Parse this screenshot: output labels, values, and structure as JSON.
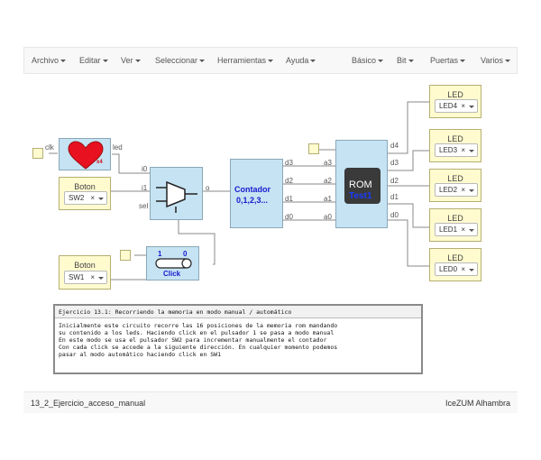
{
  "menubar": {
    "left": [
      "Archivo",
      "Editar",
      "Ver",
      "Seleccionar",
      "Herramientas",
      "Ayuda"
    ],
    "right": [
      "Básico",
      "Bit",
      "Puertas",
      "Varios"
    ]
  },
  "circuit": {
    "clk_label": "clk",
    "heart_badge": "x4",
    "heart_out": "led",
    "boton_top": {
      "title": "Boton",
      "value": "SW2",
      "x": "×"
    },
    "boton_bottom": {
      "title": "Boton",
      "value": "SW1",
      "x": "×"
    },
    "mux": {
      "in0": "i0",
      "in1": "i1",
      "sel": "sel",
      "out": "o"
    },
    "toggle": {
      "zero": "0",
      "one": "1",
      "label": "Click"
    },
    "counter": {
      "title": "Contador",
      "subtitle": "0,1,2,3...",
      "outs": [
        "d3",
        "d2",
        "d1",
        "d0"
      ]
    },
    "rom": {
      "title": "ROM",
      "subtitle": "Test1",
      "ins": [
        "a3",
        "a2",
        "a1",
        "a0"
      ],
      "outs": [
        "d4",
        "d3",
        "d2",
        "d1",
        "d0"
      ]
    },
    "leds": [
      {
        "title": "LED",
        "value": "LED4",
        "x": "×"
      },
      {
        "title": "LED",
        "value": "LED3",
        "x": "×"
      },
      {
        "title": "LED",
        "value": "LED2",
        "x": "×"
      },
      {
        "title": "LED",
        "value": "LED1",
        "x": "×"
      },
      {
        "title": "LED",
        "value": "LED0",
        "x": "×"
      }
    ]
  },
  "info": {
    "header": "Ejercicio 13.1: Recorriendo la memoria en modo manual / automático",
    "lines": [
      "Inicialmente este circuito recorre las 16 posiciones de la memoria rom mandando",
      "su contenido a los leds. Haciendo click en el pulsador 1 se pasa a modo manual",
      "En este modo se usa el pulsador SW2 para incrementar manualmente el contador",
      "Con cada click se accede a la siguiente dirección. En cualquier momento podemos",
      "pasar al modo automático haciendo click en SW1"
    ]
  },
  "footer": {
    "left": "13_2_Ejercicio_acceso_manual",
    "right": "IceZUM Alhambra"
  },
  "colors": {
    "block": "#c5e3f2",
    "io": "#fffbcf",
    "heart": "#e8111f",
    "rom_text": "#1a3cff",
    "counter_text": "#1a1ad0"
  }
}
